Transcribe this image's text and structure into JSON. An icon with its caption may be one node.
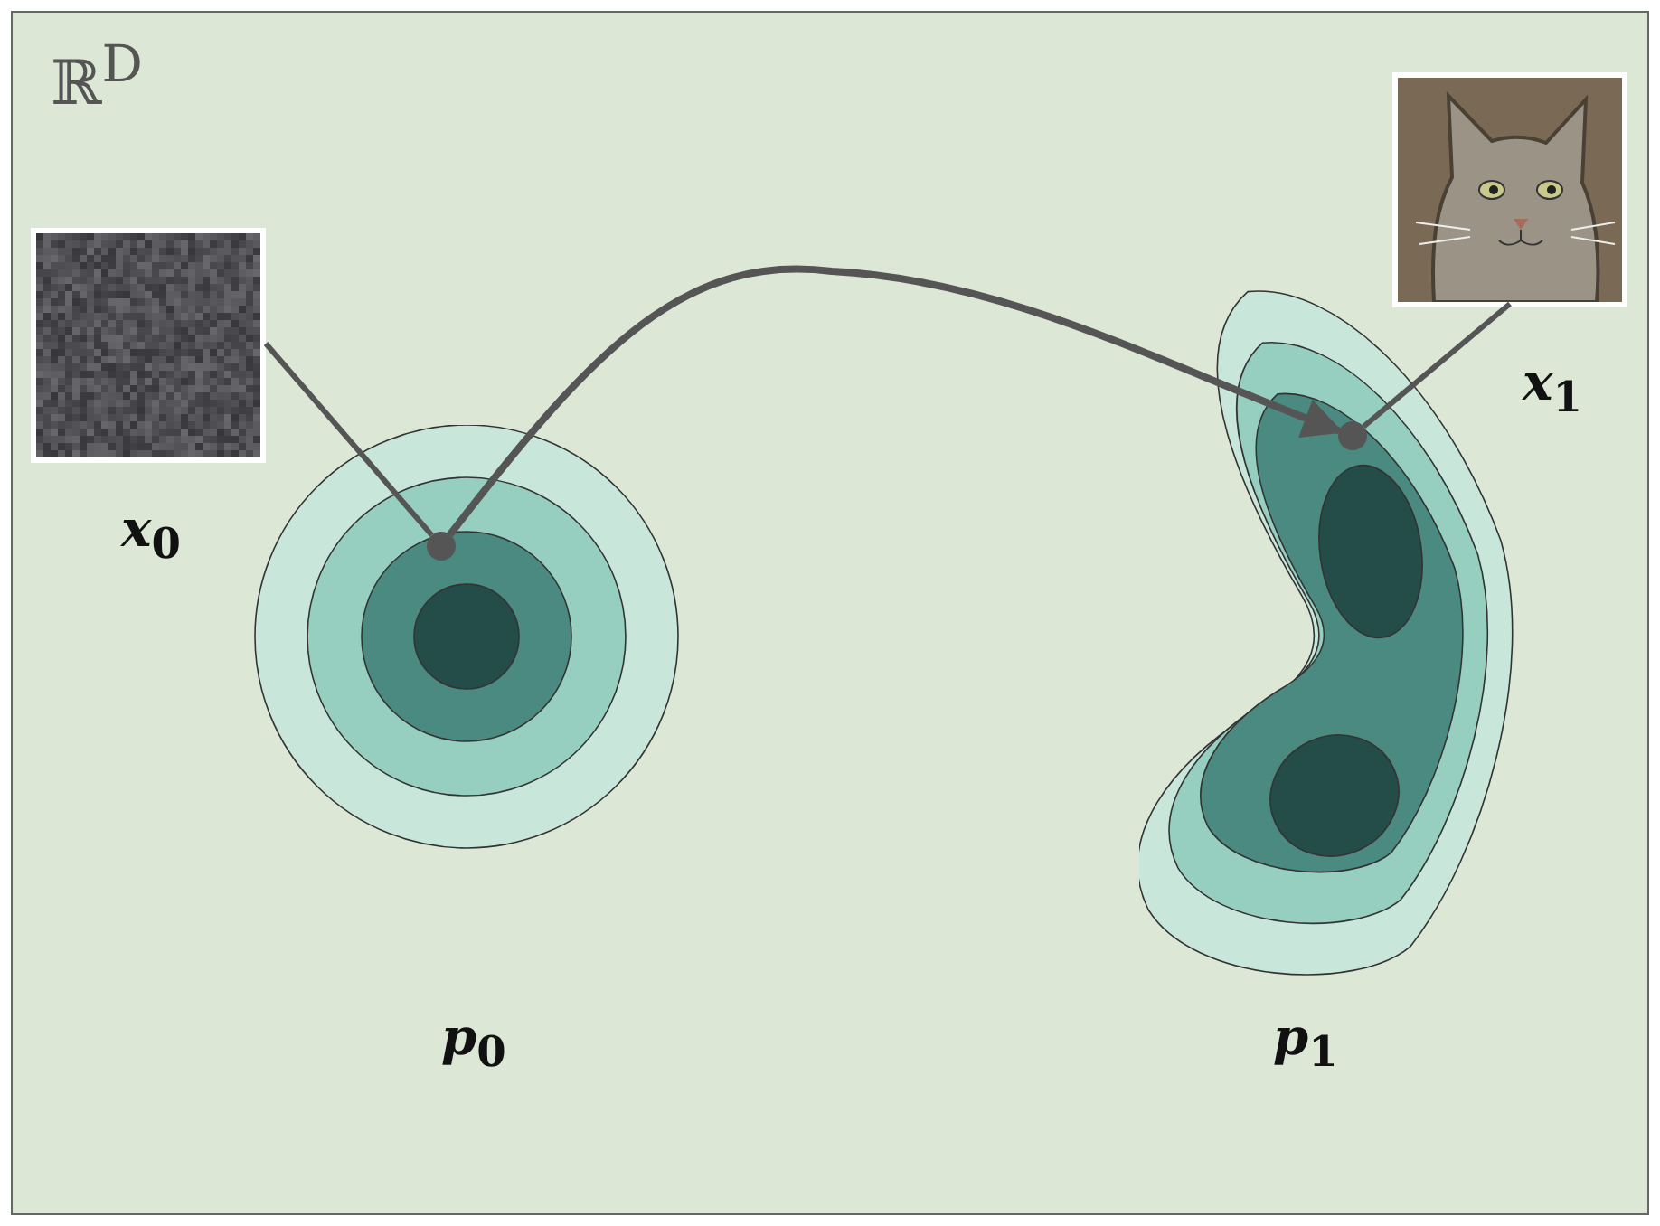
{
  "diagram": {
    "nodes": [
      {
        "text": [
          "*p*$_{0}$"
        ]
      },
      {
        "text": [
          "*p*$_{1}$"
        ]
      },
      {
        "text": [],
        "shape": "picture",
        "beside": [
          "*x*$_{0}$"
        ]
      },
      {
        "text": [],
        "shape": "circle",
        "in": 0
      },
      {
        "text": [],
        "shape": "picture",
        "beside": [
          "*x*$_{1}$"
        ]
      },
      {
        "text": [],
        "shape": "circle",
        "in": 1
      }
    ],
    "edges": [
      {
        "from": 2,
        "to": 3,
        "arrow": "none"
      },
      {
        "from": 3,
        "to": 5,
        "arrow": "to"
      },
      {
        "from": 4,
        "to": 5,
        "arrow": "none"
      }
    ],
    "labels": [
      "ℝ$^{D}$"
    ]
  }
}
